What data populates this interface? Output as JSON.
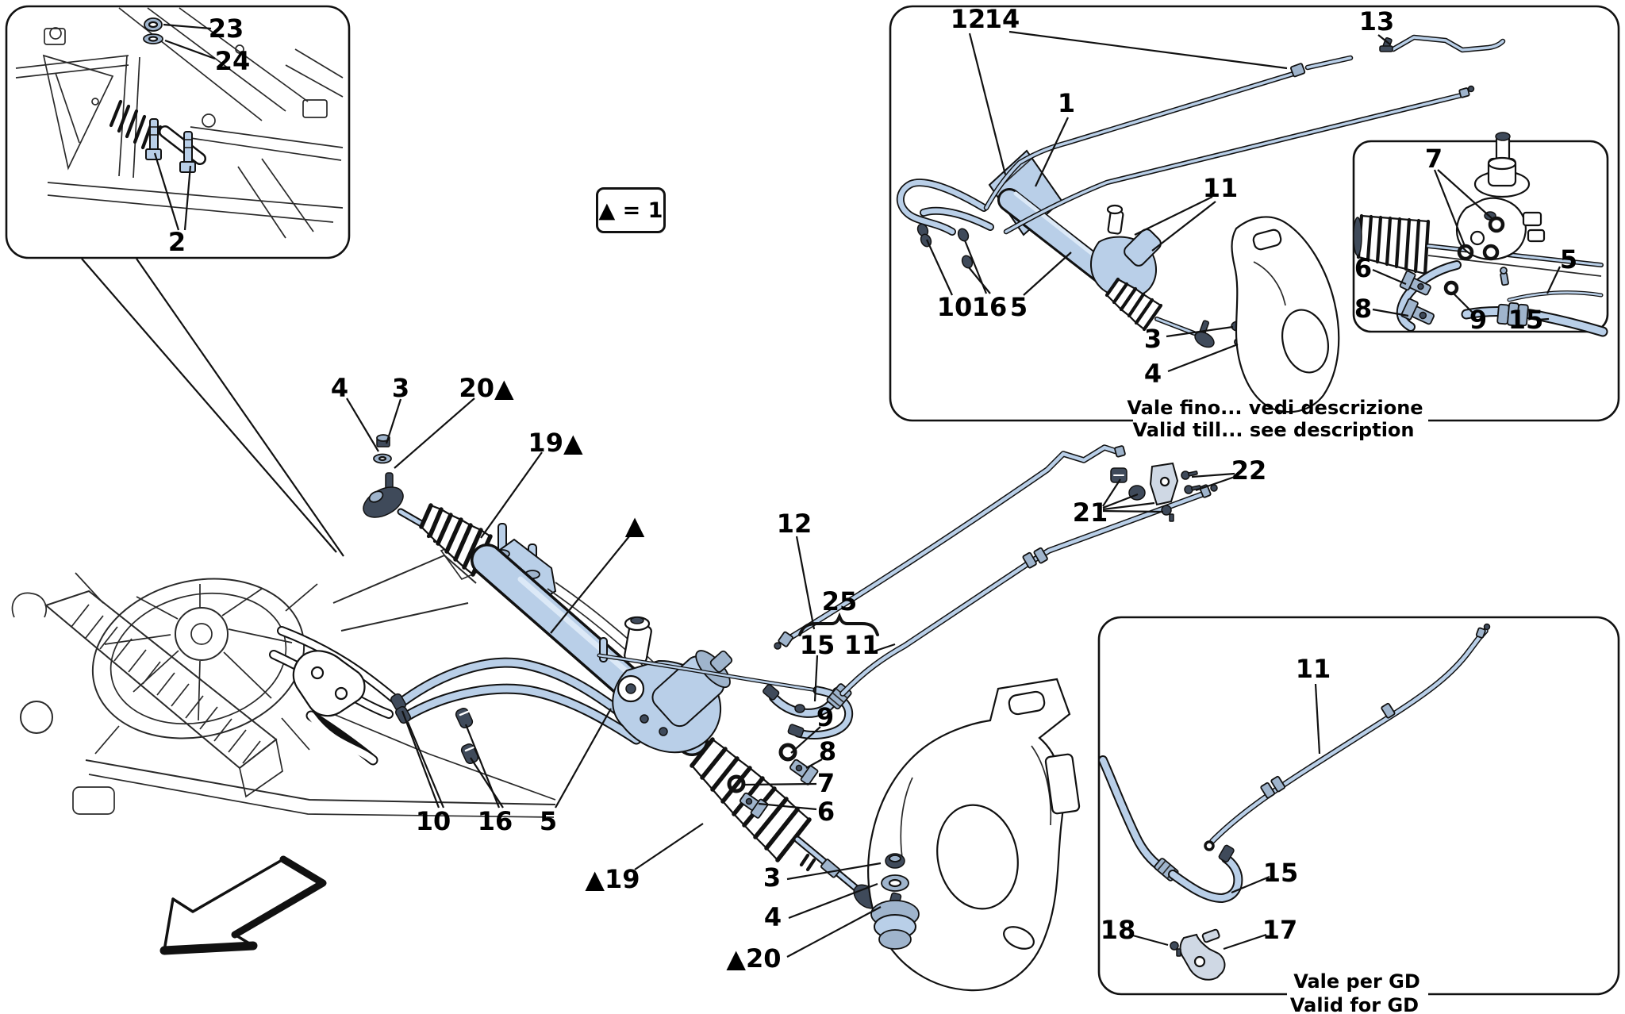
{
  "colors": {
    "background": "#ffffff",
    "line": "#111111",
    "part_blue": "#b9cfe8",
    "part_blue_mid": "#9fb4cc",
    "part_dark": "#3f4a5a"
  },
  "legend": {
    "text": "▲ = 1"
  },
  "top_left_inset": {
    "callouts": {
      "c23": "23",
      "c24": "24",
      "c2": "2"
    }
  },
  "top_right_inset": {
    "callouts": {
      "c12": "12",
      "c14": "14",
      "c13": "13",
      "c1": "1",
      "c11": "11",
      "c10": "10",
      "c16": "16",
      "c5": "5",
      "c3": "3",
      "c4": "4"
    },
    "caption_line1": "Vale fino... vedi descrizione",
    "caption_line2": "Valid till... see description"
  },
  "pinion_inset": {
    "callouts": {
      "c7": "7",
      "c6": "6",
      "c8": "8",
      "c9": "9",
      "c15": "15",
      "c5": "5"
    }
  },
  "gd_inset": {
    "callouts": {
      "c11": "11",
      "c15": "15",
      "c18": "18",
      "c17": "17"
    },
    "caption_line1": "Vale per GD",
    "caption_line2": "Valid for GD"
  },
  "main_view": {
    "callouts": {
      "c4_tie": "4",
      "c3_tie": "3",
      "c20_tie": "20▲",
      "c19_boot": "19▲",
      "c_rack": "▲",
      "c12": "12",
      "c25": "25",
      "c15": "15",
      "c11": "11",
      "c21": "21",
      "c22": "22",
      "c9": "9",
      "c8": "8",
      "c7": "7",
      "c6": "6",
      "c10": "10",
      "c16": "16",
      "c5": "5",
      "c19_low": "▲19",
      "c3_kn": "3",
      "c4_kn": "4",
      "c20_kn": "▲20"
    }
  }
}
